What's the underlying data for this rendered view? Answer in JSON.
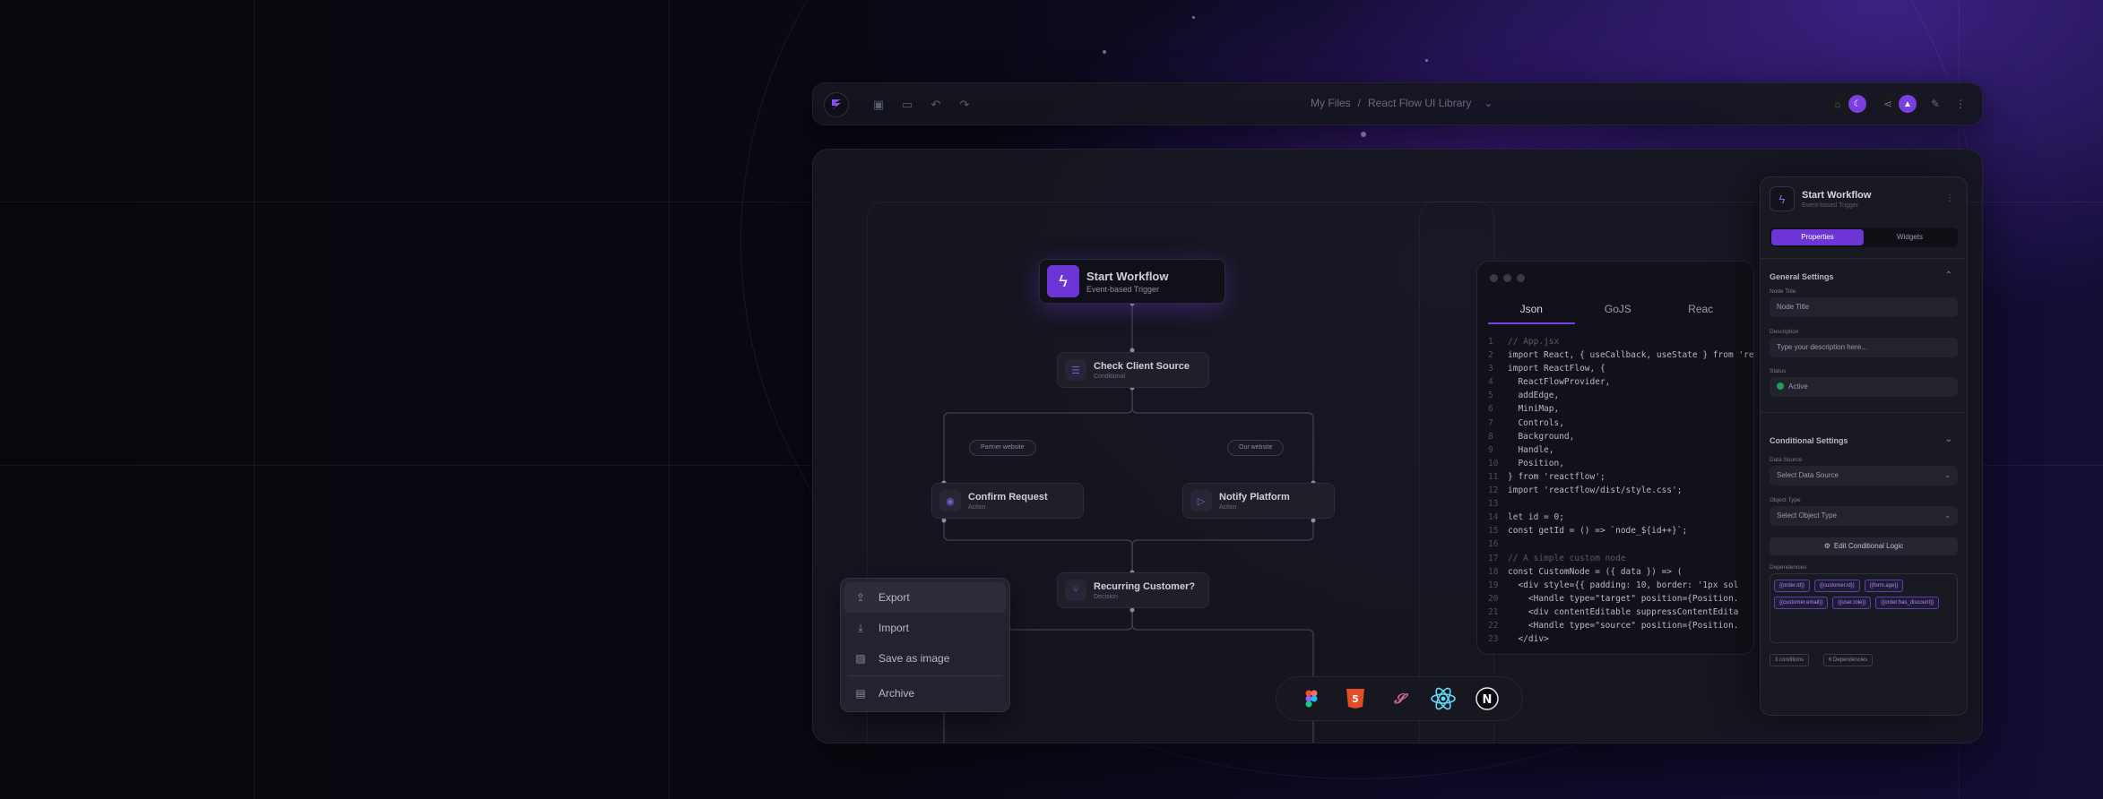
{
  "topbar": {
    "breadcrumb_root": "My Files",
    "breadcrumb_sep": "/",
    "breadcrumb_current": "React Flow UI Library",
    "accent": "#7b3fe4"
  },
  "workflow": {
    "start": {
      "title": "Start Workflow",
      "subtitle": "Event-based Trigger"
    },
    "check": {
      "title": "Check Client Source",
      "subtitle": "Conditional"
    },
    "branch_left_label": "Partner website",
    "branch_right_label": "Our website",
    "confirm": {
      "title": "Confirm Request",
      "subtitle": "Action"
    },
    "notify": {
      "title": "Notify Platform",
      "subtitle": "Action"
    },
    "recurring": {
      "title": "Recurring Customer?",
      "subtitle": "Decision"
    }
  },
  "context_menu": {
    "items": [
      "Export",
      "Import",
      "Save as image",
      "Archive"
    ]
  },
  "editor": {
    "tabs": [
      "Json",
      "GoJS",
      "Reac"
    ],
    "lines": [
      "// App.jsx",
      "import React, { useCallback, useState } from 're",
      "import ReactFlow, {",
      "  ReactFlowProvider,",
      "  addEdge,",
      "  MiniMap,",
      "  Controls,",
      "  Background,",
      "  Handle,",
      "  Position,",
      "} from 'reactflow';",
      "import 'reactflow/dist/style.css';",
      "",
      "let id = 0;",
      "const getId = () => `node_${id++}`;",
      "",
      "// A simple custom node",
      "const CustomNode = ({ data }) => (",
      "  <div style={{ padding: 10, border: '1px sol",
      "    <Handle type=\"target\" position={Position.",
      "    <div contentEditable suppressContentEdita",
      "    <Handle type=\"source\" position={Position.",
      "  </div>"
    ]
  },
  "tech": [
    "figma-icon",
    "html5-icon",
    "sass-icon",
    "react-icon",
    "nextjs-icon"
  ],
  "properties": {
    "title": "Start Workflow",
    "subtitle": "Event-based Trigger",
    "tab_properties": "Properties",
    "tab_widgets": "Widgets",
    "general_settings": "General Settings",
    "node_title_label": "Node Title",
    "node_title_placeholder": "Node Title",
    "description_label": "Description",
    "description_placeholder": "Type your description here...",
    "status_label": "Status",
    "status_value": "Active",
    "conditional_settings": "Conditional Settings",
    "data_source_label": "Data Source",
    "data_source_value": "Select Data Source",
    "object_type_label": "Object Type",
    "object_type_value": "Select Object Type",
    "edit_logic_button": "Edit Conditional Logic",
    "dependencies_label": "Dependencies",
    "dependencies": [
      "{{order.id}}",
      "{{customer.id}}",
      "{{form.age}}",
      "{{customer.email}}",
      "{{user.role}}",
      "{{order.has_discount}}"
    ],
    "conditions_count": "3 conditions",
    "dependencies_count": "6 Dependencies",
    "status_color": "#1f9e57"
  }
}
